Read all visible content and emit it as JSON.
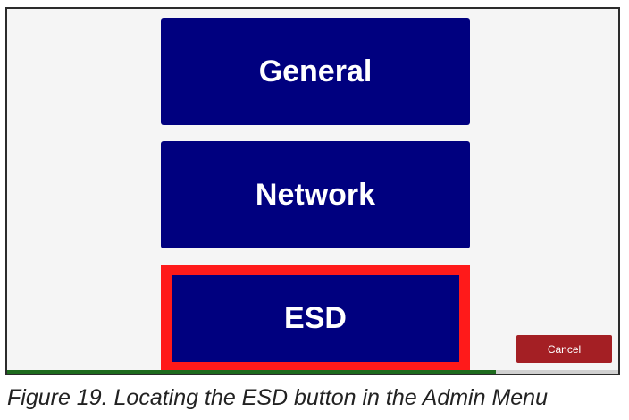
{
  "admin_menu": {
    "buttons": [
      {
        "label": "General"
      },
      {
        "label": "Network"
      },
      {
        "label": "ESD",
        "highlighted": true
      }
    ],
    "cancel_label": "Cancel",
    "progress_fraction": 0.8
  },
  "caption": "Figure 19. Locating the ESD button in the Admin Menu",
  "colors": {
    "button_blue": "#00007f",
    "highlight_red": "#ff1a1a",
    "cancel_red": "#a41f24",
    "progress_green": "#1e6b1e"
  }
}
